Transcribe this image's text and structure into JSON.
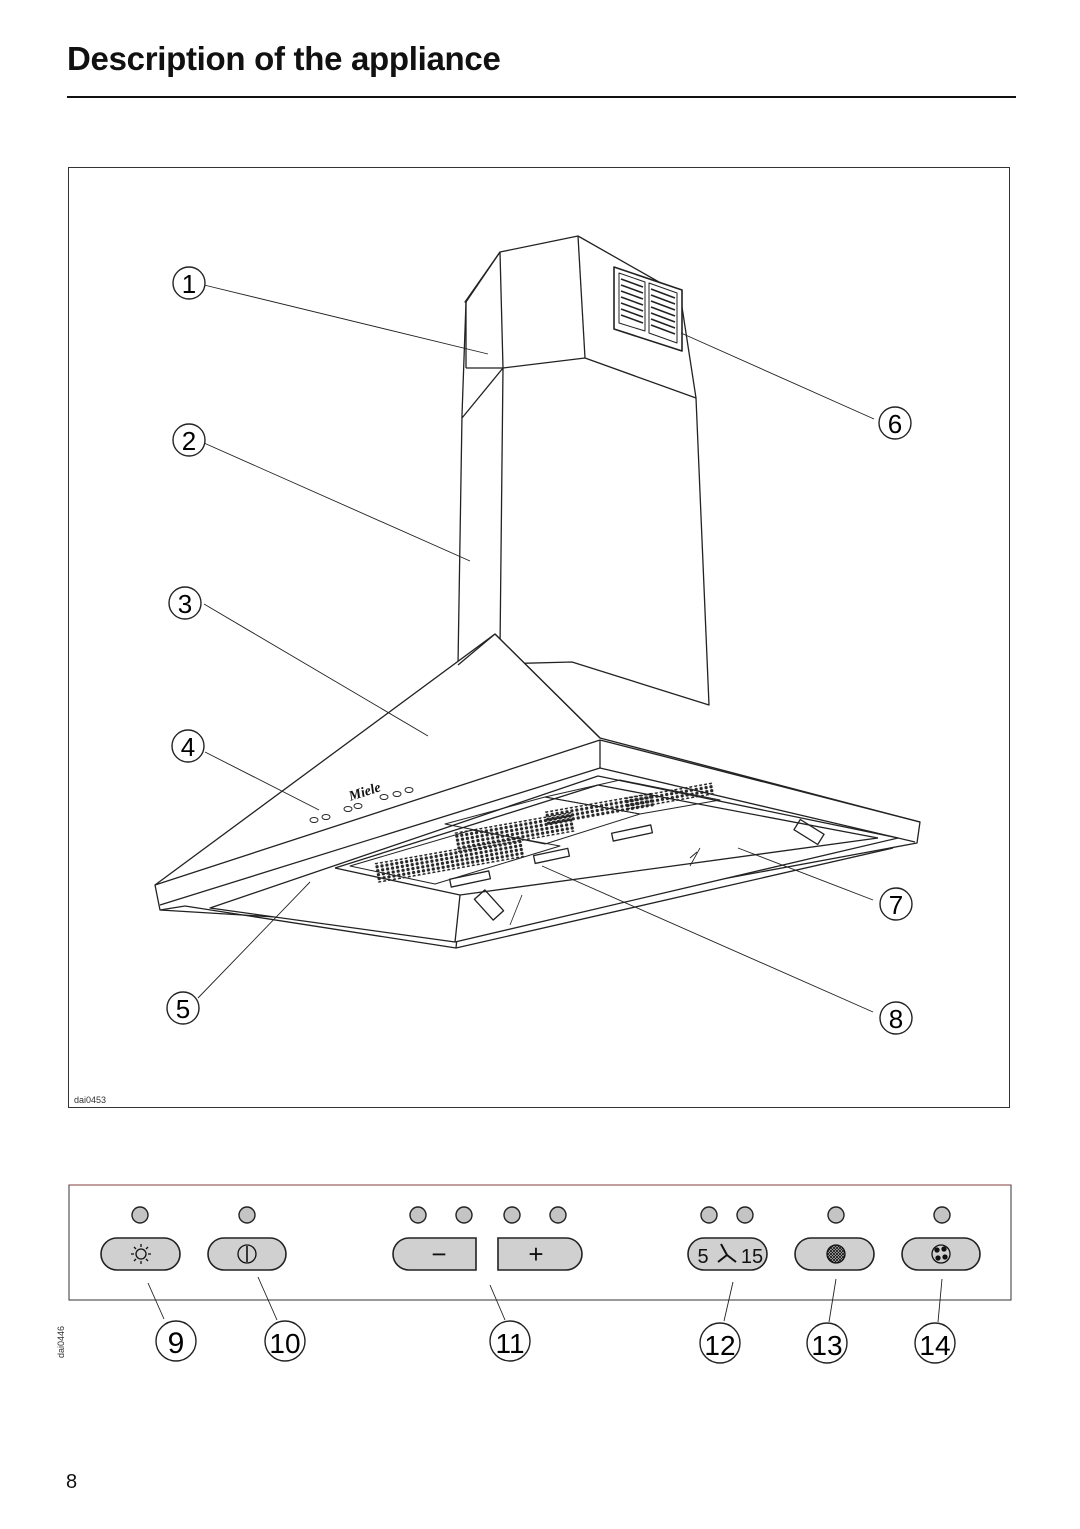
{
  "page": {
    "title": "Description of the appliance",
    "page_number": "8"
  },
  "figure_main": {
    "code": "dai0453",
    "brand": "Miele",
    "callouts": [
      "1",
      "2",
      "3",
      "4",
      "5",
      "6",
      "7",
      "8"
    ]
  },
  "figure_controls": {
    "code": "dai0446",
    "button_12_left": "5",
    "button_12_right": "15",
    "button_11_minus": "−",
    "button_11_plus": "+",
    "callouts": [
      "9",
      "10",
      "11",
      "12",
      "13",
      "14"
    ]
  }
}
